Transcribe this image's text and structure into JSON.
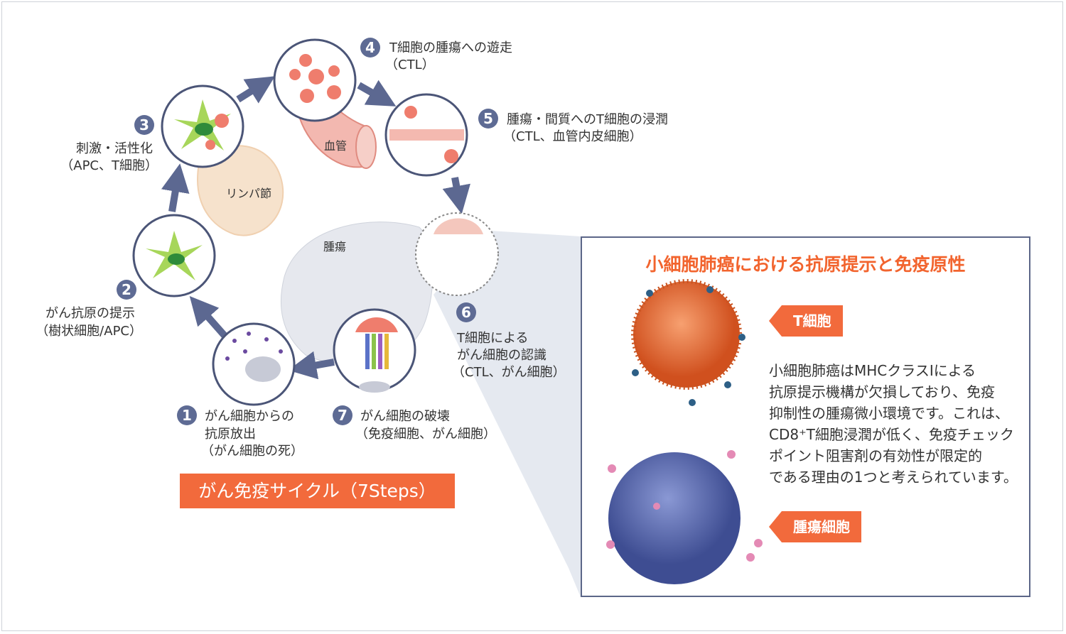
{
  "steps": [
    {
      "number": "1",
      "label_lines": [
        "がん細胞からの",
        "抗原放出",
        "（がん細胞の死）"
      ]
    },
    {
      "number": "2",
      "label_lines": [
        "がん抗原の提示",
        "（樹状細胞/APC）"
      ]
    },
    {
      "number": "3",
      "label_lines": [
        "刺激・活性化",
        "（APC、T細胞）"
      ]
    },
    {
      "number": "4",
      "label_lines": [
        "T細胞の腫瘍への遊走",
        "（CTL）"
      ]
    },
    {
      "number": "5",
      "label_lines": [
        "腫瘍・間質へのT細胞の浸潤",
        "（CTL、血管内皮細胞）"
      ]
    },
    {
      "number": "6",
      "label_lines": [
        "T細胞による",
        "がん細胞の認識",
        "（CTL、がん細胞）"
      ]
    },
    {
      "number": "7",
      "label_lines": [
        "がん細胞の破壊",
        "（免疫細胞、がん細胞）"
      ]
    }
  ],
  "anatomy_labels": {
    "lymph_node": "リンパ節",
    "blood_vessel": "血管",
    "tumor": "腫瘍"
  },
  "banner": "がん免疫サイクル（7Steps）",
  "panel": {
    "title": "小細胞肺癌における抗原提示と免疫原性",
    "t_cell_tag": "T細胞",
    "tumor_cell_tag": "腫瘍細胞",
    "description_lines": [
      "小細胞肺癌はMHCクラスIによる",
      "抗原提示機構が欠損しており、免疫",
      "抑制性の腫瘍微小環境です。これは、",
      "CD8⁺T細胞浸潤が低く、免疫チェック",
      "ポイント阻害剤の有効性が限定的",
      "である理由の1つと考えられています。"
    ]
  },
  "colors": {
    "accent": "#f26a3c",
    "circle_border": "#4b5577",
    "badge": "#5e6b94",
    "arrow": "#5c6891"
  }
}
